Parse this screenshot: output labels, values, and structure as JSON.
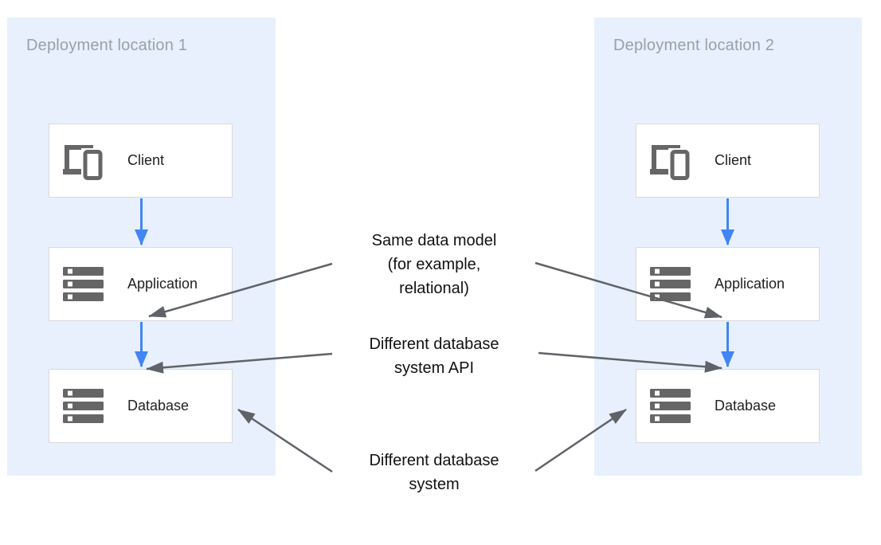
{
  "diagram": {
    "panels": [
      {
        "title": "Deployment location 1",
        "nodes": [
          {
            "label": "Client",
            "icon": "devices-icon"
          },
          {
            "label": "Application",
            "icon": "storage-icon"
          },
          {
            "label": "Database",
            "icon": "storage-icon"
          }
        ]
      },
      {
        "title": "Deployment location 2",
        "nodes": [
          {
            "label": "Client",
            "icon": "devices-icon"
          },
          {
            "label": "Application",
            "icon": "storage-icon"
          },
          {
            "label": "Database",
            "icon": "storage-icon"
          }
        ]
      }
    ],
    "flow": [
      "Client to Application",
      "Application to Database"
    ],
    "annotations": [
      {
        "lines": [
          "Same data model",
          "(for example,",
          "relational)"
        ],
        "points_to": "Application"
      },
      {
        "lines": [
          "Different database",
          "system API"
        ],
        "points_to": "Database API boundary"
      },
      {
        "lines": [
          "Different database",
          "system"
        ],
        "points_to": "Database"
      }
    ],
    "colors": {
      "panel_bg": "#e8f0fe",
      "panel_title": "#9aa0a6",
      "node_border": "#d9d9d9",
      "node_label": "#212121",
      "icon_gray": "#666666",
      "flow_arrow_blue": "#4285f4",
      "annotation_arrow_gray": "#5f6368",
      "annotation_text": "#111111"
    }
  }
}
